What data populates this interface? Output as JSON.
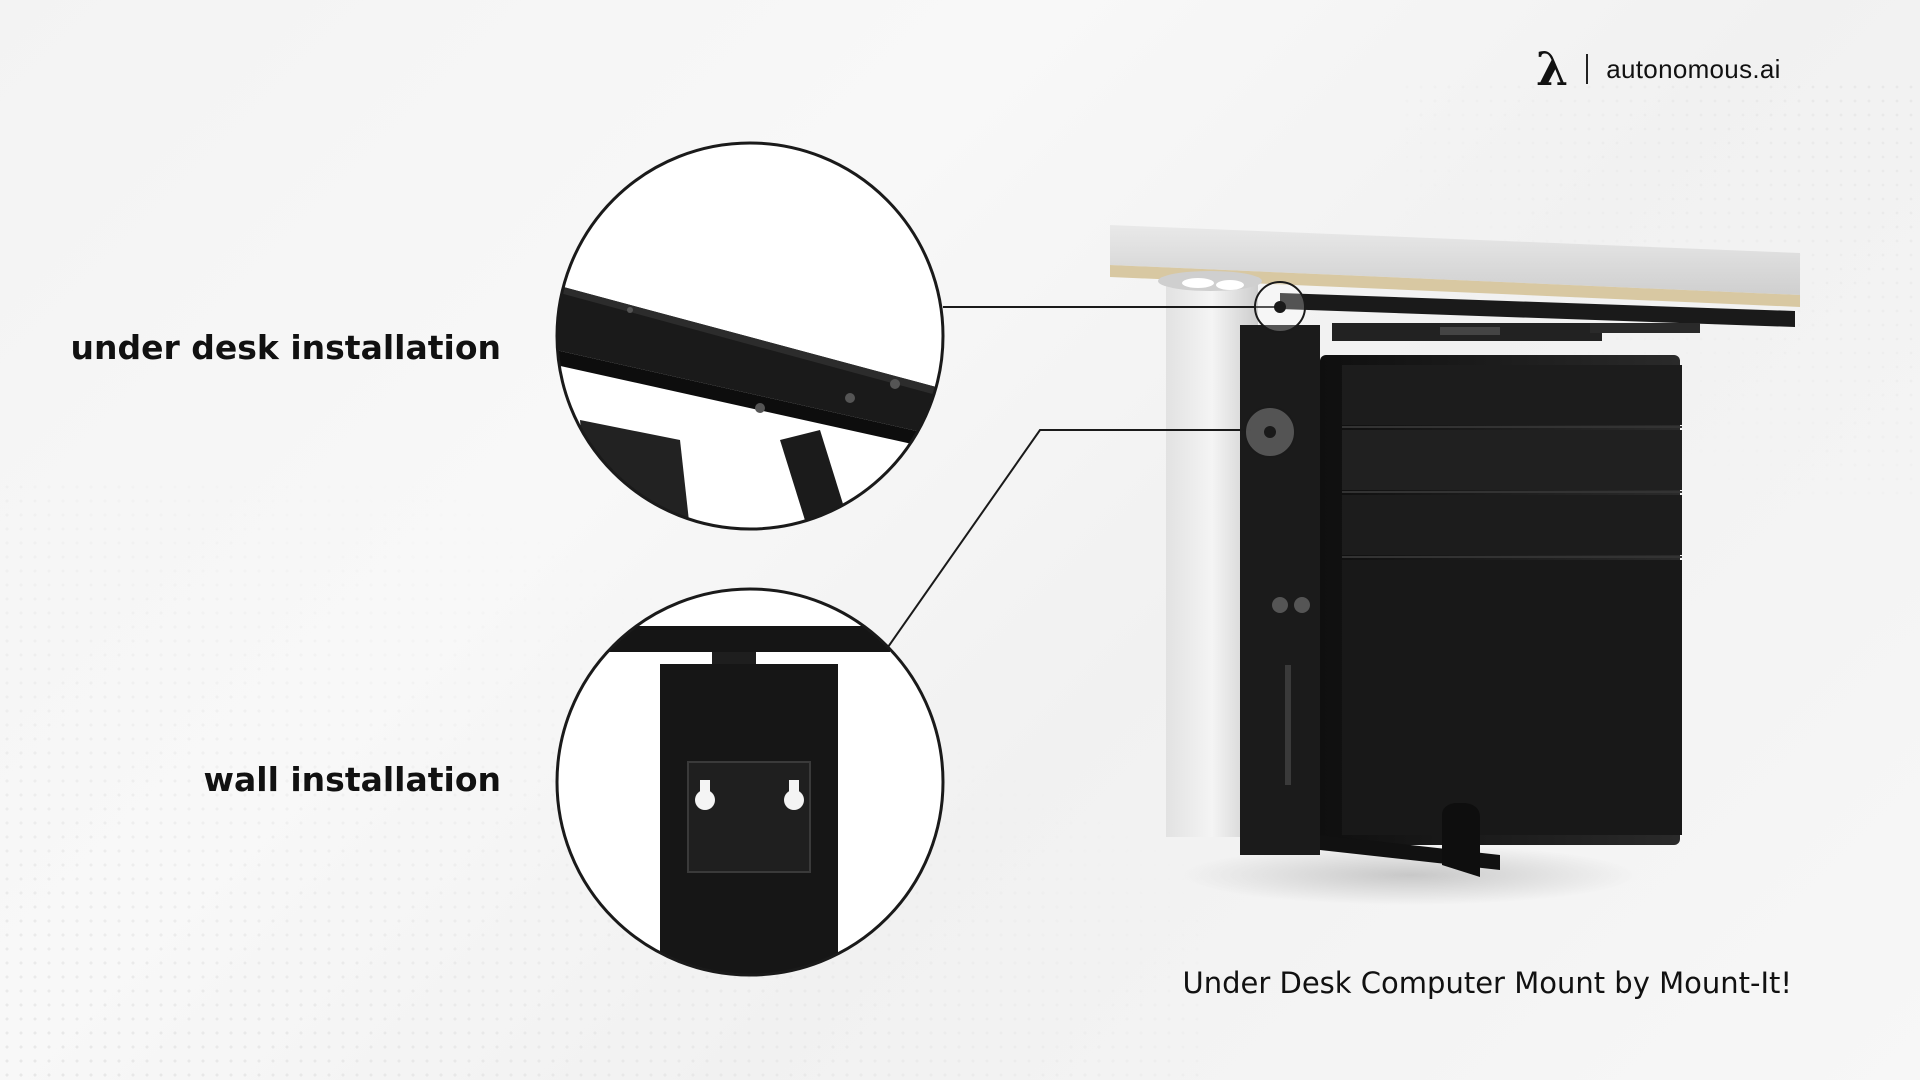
{
  "brand": {
    "logo_mark": "λ",
    "logo_text": "autonomous.ai"
  },
  "labels": {
    "under_desk": "under desk installation",
    "wall": "wall installation"
  },
  "caption": "Under Desk Computer Mount by Mount-It!",
  "colors": {
    "background": "#f4f4f4",
    "desk_top": "#e6e6e6",
    "desk_wood": "#d9c9a3",
    "mount_black": "#151515",
    "text": "#111111"
  }
}
